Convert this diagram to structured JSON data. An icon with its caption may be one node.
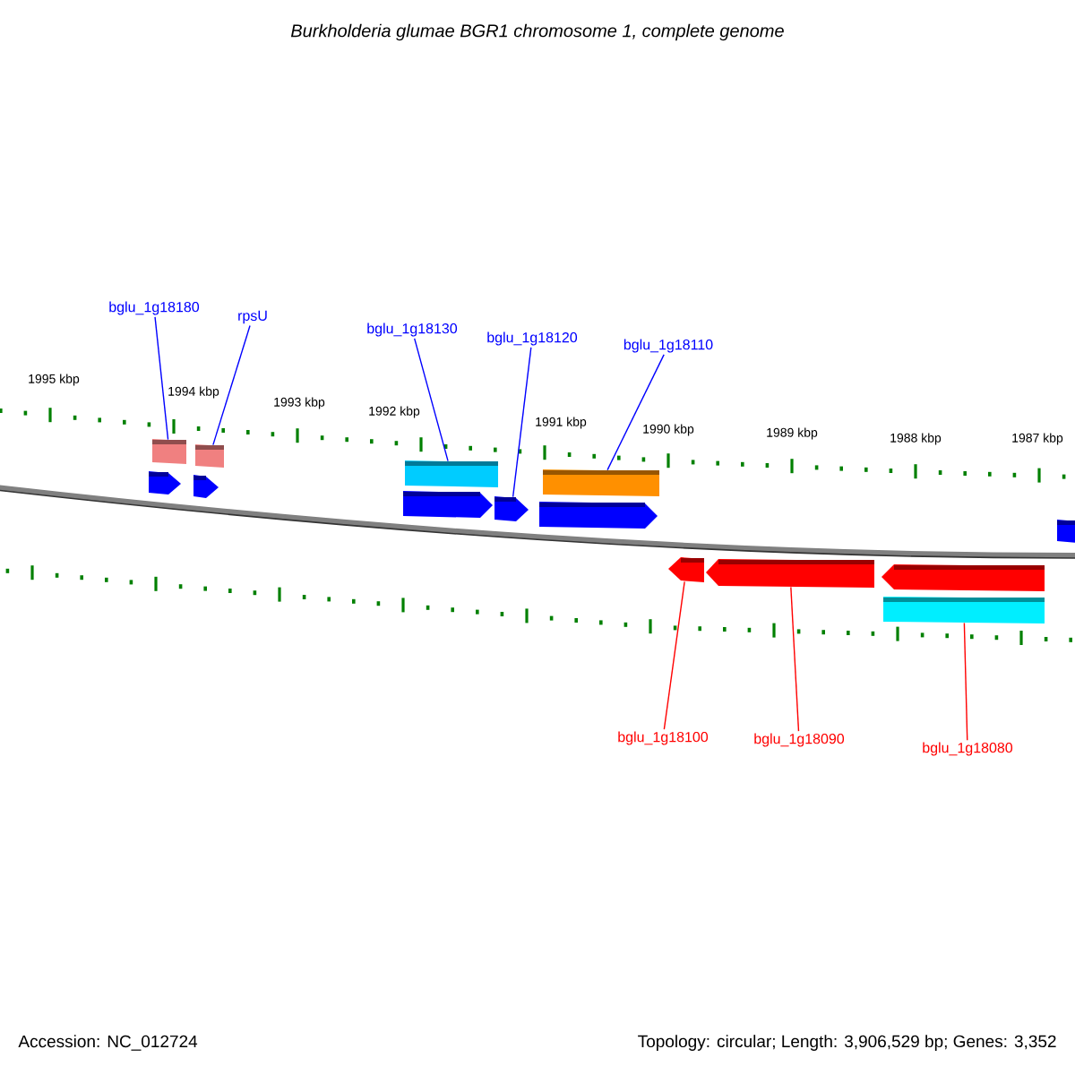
{
  "diagram": {
    "title": "Burkholderia glumae BGR1 chromosome 1, complete genome",
    "nodes": [
      {
        "text": [
          "bglu_1g18180"
        ]
      },
      {
        "text": [
          "rpsU"
        ]
      },
      {
        "text": [
          "bglu_1g18130"
        ]
      },
      {
        "text": [
          "bglu_1g18120"
        ]
      },
      {
        "text": [
          "bglu_1g18110"
        ]
      },
      {
        "text": [
          "bglu_1g18100"
        ]
      },
      {
        "text": [
          "bglu_1g18090"
        ]
      },
      {
        "text": [
          "bglu_1g18080"
        ]
      },
      {
        "text": [],
        "shape": "pentagon"
      },
      {
        "text": [],
        "shape": "box"
      },
      {
        "text": [],
        "shape": "pentagon"
      },
      {
        "text": [],
        "shape": "box"
      },
      {
        "text": [],
        "shape": "pentagon"
      },
      {
        "text": [],
        "shape": "box"
      },
      {
        "text": [],
        "shape": "pentagon"
      },
      {
        "text": [],
        "shape": "pentagon"
      },
      {
        "text": [],
        "shape": "box"
      },
      {
        "text": [],
        "shape": "pentagon"
      },
      {
        "text": [],
        "shape": "pentagon"
      },
      {
        "text": [],
        "shape": "pentagon"
      },
      {
        "text": [],
        "shape": "box"
      },
      {
        "text": [],
        "shape": "box"
      }
    ],
    "edges": [
      {
        "from": 0,
        "to": 9,
        "arrow": "none"
      },
      {
        "from": 1,
        "to": 11,
        "arrow": "none"
      },
      {
        "from": 2,
        "to": 13,
        "arrow": "none"
      },
      {
        "from": 3,
        "to": 14,
        "arrow": "none"
      },
      {
        "from": 4,
        "to": 16,
        "arrow": "none"
      },
      {
        "from": 5,
        "to": 17,
        "arrow": "none",
        "color": "#ff0000"
      },
      {
        "from": 6,
        "to": 18,
        "arrow": "none",
        "color": "#ff0000"
      },
      {
        "from": 7,
        "to": 20,
        "arrow": "none",
        "color": "#ff0000"
      }
    ],
    "labels": [
      "1995 kbp",
      "1994 kbp",
      "1993 kbp",
      "1992 kbp",
      "1991 kbp",
      "1990 kbp",
      "1989 kbp",
      "1988 kbp",
      "1987 kbp",
      "Accession: NC_012724",
      "Topology: circular; Length: 3,906,529 bp; Genes: 3,352"
    ]
  }
}
